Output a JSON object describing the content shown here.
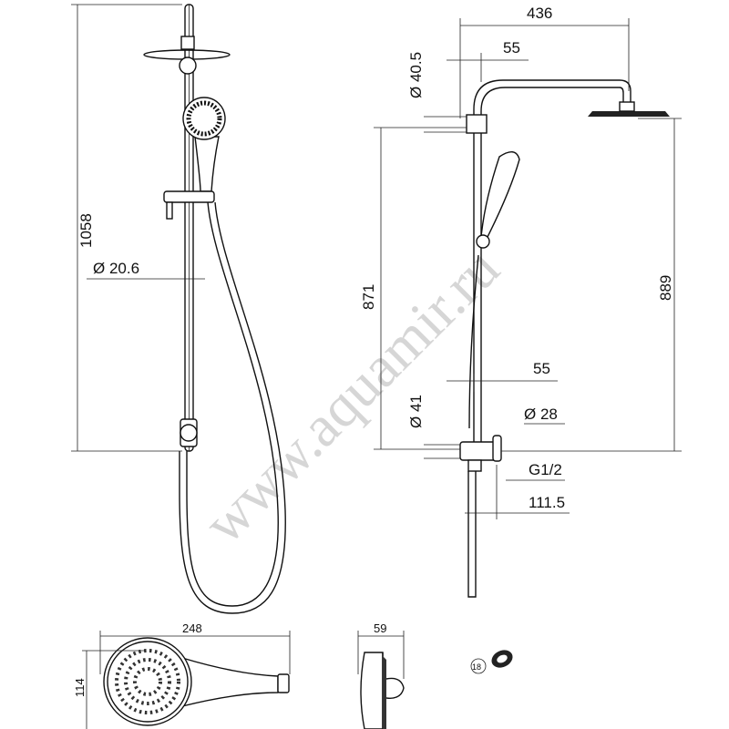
{
  "watermark": "www.aquamir.ru",
  "left_view": {
    "height_dim": "1058",
    "rail_diameter": "Ø 20.6"
  },
  "right_view": {
    "arm_reach": "436",
    "top_offset": "55",
    "top_diameter": "Ø 40.5",
    "rail_height": "871",
    "head_height": "889",
    "mixer_offset": "55",
    "mixer_diameter": "Ø 28",
    "bottom_diameter": "Ø 41",
    "thread": "G1/2",
    "mixer_depth": "111.5"
  },
  "hand_shower": {
    "length": "248",
    "width": "114",
    "depth": "59",
    "part_number": "18"
  }
}
